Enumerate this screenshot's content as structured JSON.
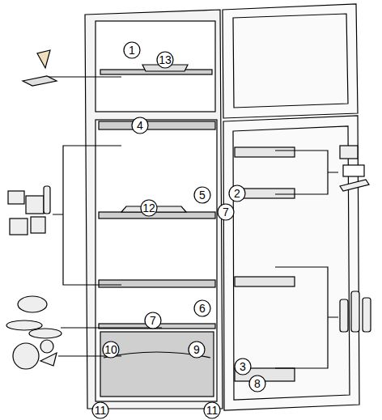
{
  "diagram": {
    "labels": [
      "1",
      "13",
      "4",
      "2",
      "12",
      "5",
      "7",
      "7",
      "6",
      "10",
      "9",
      "3",
      "8",
      "11",
      "11"
    ]
  }
}
